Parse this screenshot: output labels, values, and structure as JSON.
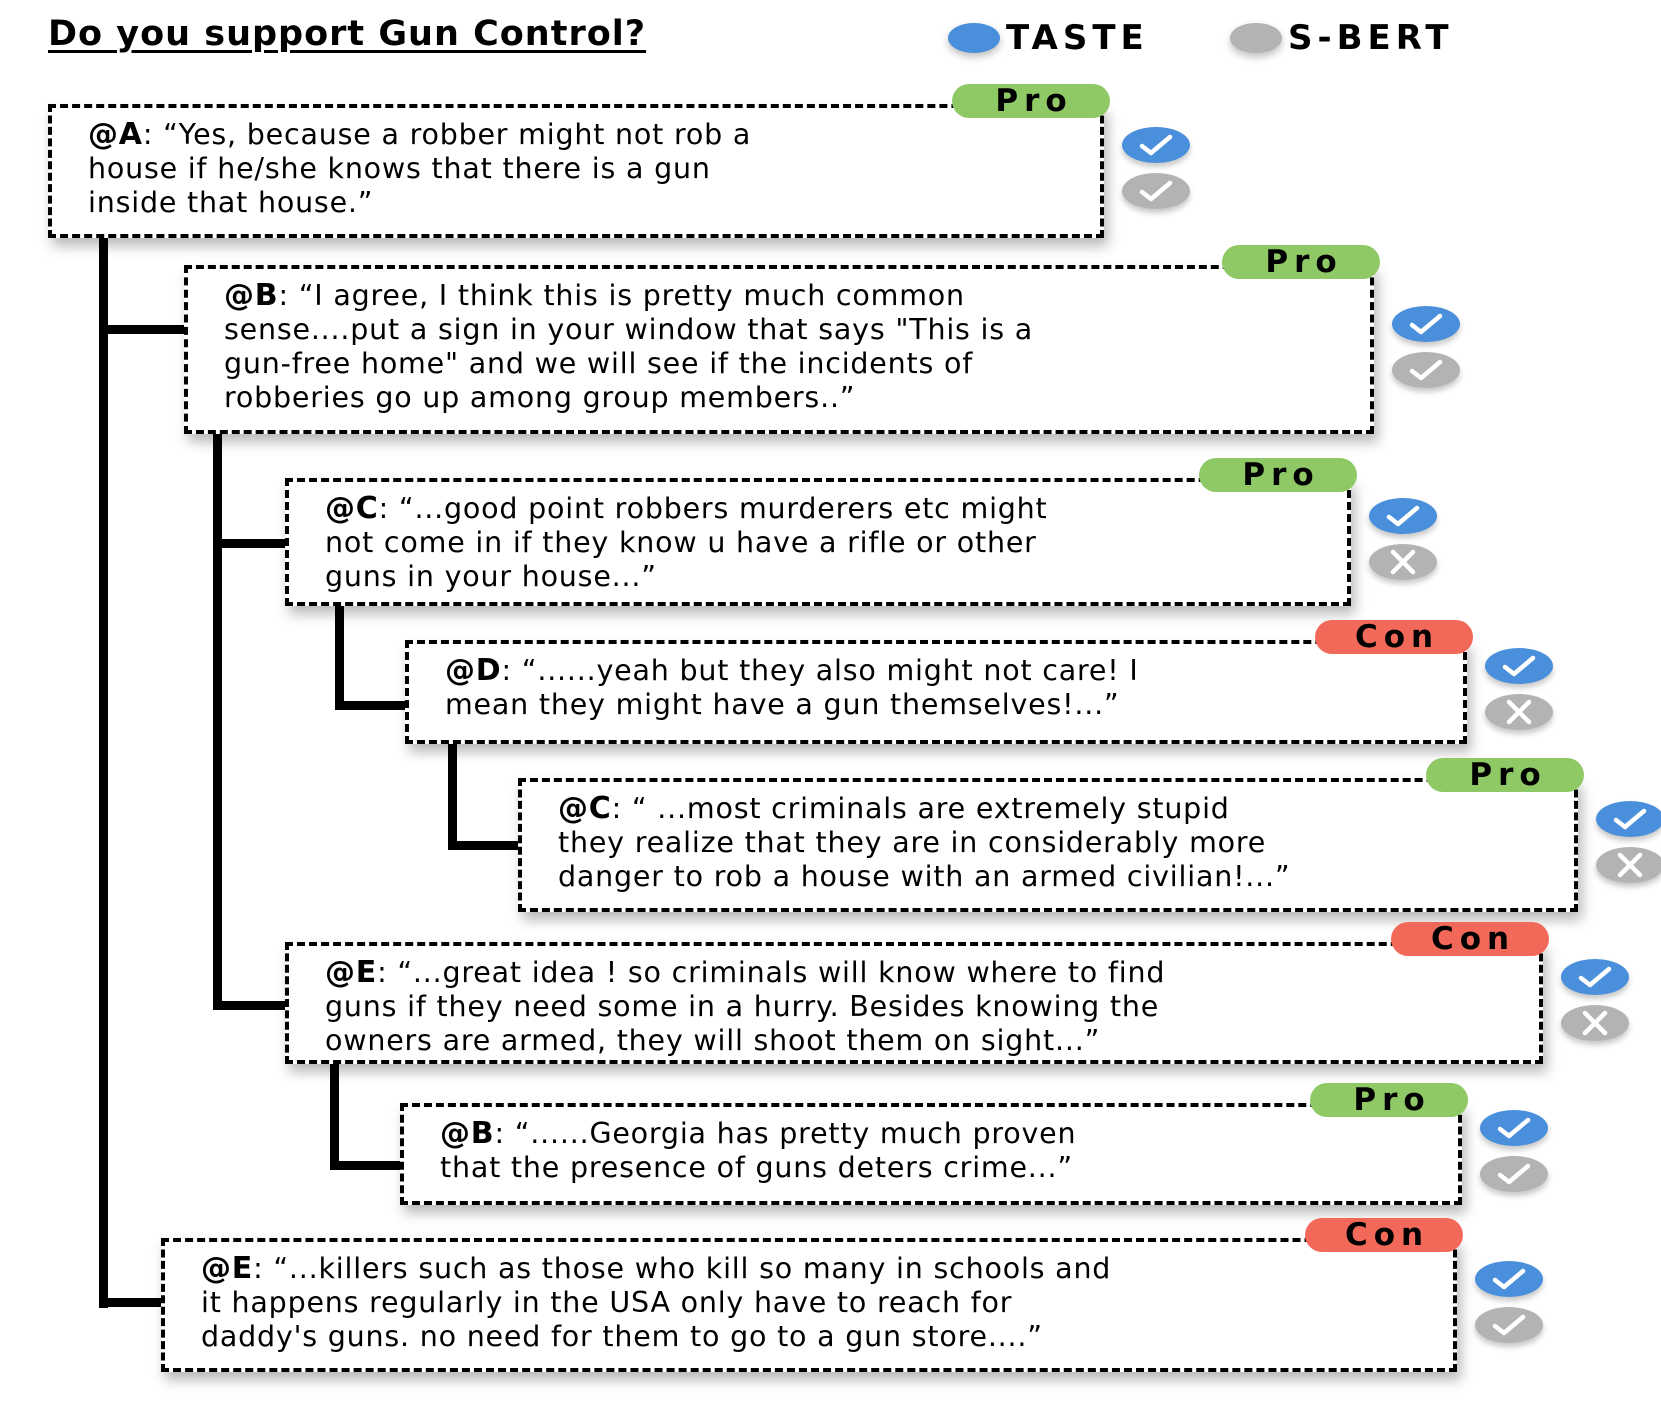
{
  "title": "Do you support Gun Control?",
  "legend": [
    {
      "label": "TASTE",
      "color": "#4a8fdc"
    },
    {
      "label": "S-BERT",
      "color": "#b3b3b3"
    }
  ],
  "colors": {
    "pro": "#8fc966",
    "con": "#f2695a",
    "taste": "#4a8fdc",
    "sbert": "#b3b3b3"
  },
  "posts": [
    {
      "speaker": "@A",
      "text": ": “Yes, because a robber might not rob a\nhouse if he/she knows that there is a gun\ninside that house.”",
      "stance": "Pro",
      "taste": "check",
      "sbert": "check"
    },
    {
      "speaker": "@B",
      "text": ": “I agree, I think this is pretty much common\nsense....put a sign in your window that says \"This is a\ngun-free home\" and we will see if the incidents of\nrobberies go up among group members..”",
      "stance": "Pro",
      "taste": "check",
      "sbert": "check"
    },
    {
      "speaker": "@C",
      "text": ": “...good point robbers murderers etc might\nnot come in if they know u have a rifle or other\nguns in your house...”",
      "stance": "Pro",
      "taste": "check",
      "sbert": "cross"
    },
    {
      "speaker": "@D",
      "text": ": “......yeah but they also might not care! I\nmean they might have a gun themselves!...”",
      "stance": "Con",
      "taste": "check",
      "sbert": "cross"
    },
    {
      "speaker": "@C",
      "text": ": “ ...most criminals are extremely stupid\nthey realize that they are in considerably more\ndanger to rob a house with an armed civilian!...”",
      "stance": "Pro",
      "taste": "check",
      "sbert": "cross"
    },
    {
      "speaker": "@E",
      "text": ": “...great idea ! so criminals will know where to find\nguns if they need some in a hurry. Besides knowing the\nowners are armed, they will shoot them on sight...”",
      "stance": "Con",
      "taste": "check",
      "sbert": "cross"
    },
    {
      "speaker": "@B",
      "text": ": “......Georgia has pretty much proven\nthat the presence of guns deters crime...”",
      "stance": "Pro",
      "taste": "check",
      "sbert": "check"
    },
    {
      "speaker": "@E",
      "text": ": “...killers such as those who kill so many in schools and\nit happens regularly in the USA only have to reach for\ndaddy's guns. no need for them to go to a gun store....”",
      "stance": "Con",
      "taste": "check",
      "sbert": "check"
    }
  ]
}
